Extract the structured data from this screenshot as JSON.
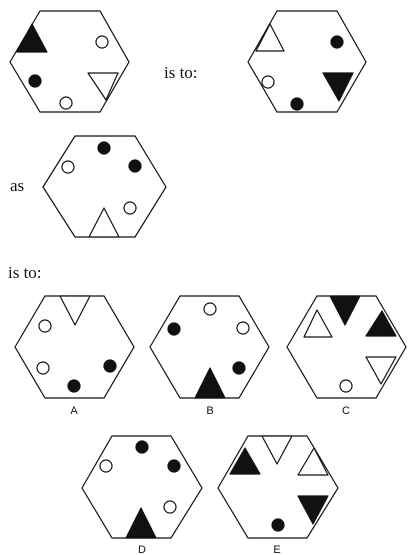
{
  "labels": {
    "is_to_1": "is to:",
    "as": "as",
    "is_to_2": "is to:"
  },
  "options": {
    "A": "A",
    "B": "B",
    "C": "C",
    "D": "D",
    "E": "E"
  },
  "colors": {
    "ink": "#111111",
    "paper": "#ffffff"
  },
  "figures": [
    {
      "id": "figure-1",
      "shapes": [
        "black-triangle",
        "white-circle",
        "black-circle",
        "white-circle",
        "white-triangle"
      ]
    },
    {
      "id": "figure-2",
      "shapes": [
        "white-triangle",
        "black-circle",
        "white-circle",
        "black-circle",
        "black-triangle"
      ]
    },
    {
      "id": "figure-3",
      "shapes": [
        "black-circle",
        "white-circle",
        "black-circle",
        "white-circle",
        "white-triangle"
      ]
    },
    {
      "id": "option-a",
      "shapes": [
        "white-triangle",
        "white-circle",
        "white-circle",
        "black-circle",
        "black-circle"
      ]
    },
    {
      "id": "option-b",
      "shapes": [
        "white-circle",
        "black-circle",
        "white-circle",
        "black-circle",
        "black-triangle"
      ]
    },
    {
      "id": "option-c",
      "shapes": [
        "black-triangle",
        "white-triangle",
        "black-triangle",
        "white-triangle",
        "white-circle"
      ]
    },
    {
      "id": "option-d",
      "shapes": [
        "black-circle",
        "white-circle",
        "black-circle",
        "white-circle",
        "black-triangle"
      ]
    },
    {
      "id": "option-e",
      "shapes": [
        "white-triangle",
        "black-triangle",
        "white-triangle",
        "black-triangle",
        "black-circle"
      ]
    }
  ]
}
